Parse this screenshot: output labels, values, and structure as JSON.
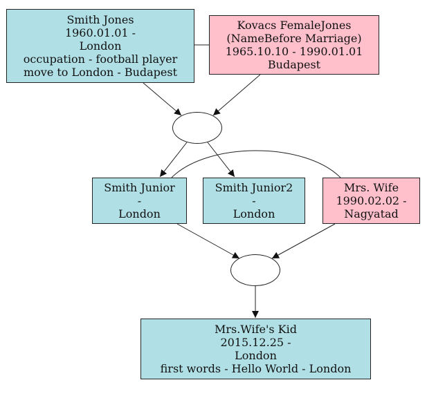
{
  "people": {
    "smith_jones": {
      "lines": [
        "Smith Jones",
        "1960.01.01 -",
        "London",
        "occupation - football player",
        "move to London - Budapest"
      ],
      "gender_color": "#b0dfe5"
    },
    "kovacs": {
      "lines": [
        "Kovacs FemaleJones",
        "(NameBefore Marriage)",
        "1965.10.10 - 1990.01.01",
        "Budapest"
      ],
      "gender_color": "#ffc0cb"
    },
    "smith_junior": {
      "lines": [
        "Smith Junior",
        "-",
        "London"
      ],
      "gender_color": "#b0dfe5"
    },
    "smith_junior2": {
      "lines": [
        "Smith Junior2",
        "-",
        "London"
      ],
      "gender_color": "#b0dfe5"
    },
    "mrs_wife": {
      "lines": [
        "Mrs. Wife",
        "1990.02.02 -",
        "Nagyatad"
      ],
      "gender_color": "#ffc0cb"
    },
    "kid": {
      "lines": [
        "Mrs.Wife's Kid",
        "2015.12.25 -",
        "London",
        "first words - Hello World - London"
      ],
      "gender_color": "#b0dfe5"
    }
  },
  "colors": {
    "male": "#b0dfe5",
    "female": "#ffc0cb",
    "edge": "#222222"
  }
}
